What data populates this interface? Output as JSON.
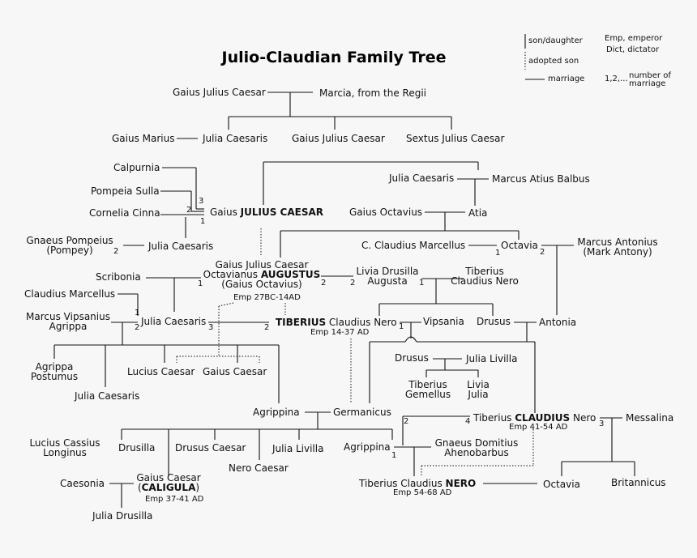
{
  "title": "Julio-Claudian Family Tree",
  "legend": {
    "son_daughter": "son/daughter",
    "adopted_son": "adopted son",
    "marriage": "marriage",
    "emp": "Emp,  emperor",
    "dict": "Dict,   dictator",
    "num": "1,2,...",
    "num_of": "number of",
    "num_marriage": "marriage"
  },
  "people": {
    "gjc_elder": "Gaius Julius Caesar",
    "marcia": "Marcia, from the Regii",
    "gaius_marius": "Gaius Marius",
    "julia_aunt": "Julia Caesaris",
    "gjc_father": "Gaius Julius Caesar",
    "sextus": "Sextus Julius Caesar",
    "calpurnia": "Calpurnia",
    "pompeia": "Pompeia Sulla",
    "cornelia": "Cornelia Cinna",
    "pompey_1": "Gnaeus Pompeius",
    "pompey_2": "(Pompey)",
    "julia_pompey": "Julia Caesaris",
    "caesar_pre": "Gaius ",
    "caesar_bold": "JULIUS CAESAR",
    "julia_sister": "Julia Caesaris",
    "balbus": "Marcus Atius Balbus",
    "octavius": "Gaius Octavius",
    "atia": "Atia",
    "marcellus_c": "C. Claudius Marcellus",
    "octavia": "Octavia",
    "antonius_1": "Marcus Antonius",
    "antonius_2": "(Mark Antony)",
    "aug_1": "Gaius Julius Caesar",
    "aug_2_pre": "Octavianus ",
    "aug_2_bold": "AUGUSTUS",
    "aug_3": "(Gaius Octavius)",
    "aug_emp": "Emp 27BC-14AD",
    "livia_1": "Livia Drusilla",
    "livia_2": "Augusta",
    "tib_nero_1": "Tiberius",
    "tib_nero_2": "Claudius Nero",
    "scribonia": "Scribonia",
    "marcellus": "Claudius Marcellus",
    "agrippa_1": "Marcus Vipsanius",
    "agrippa_2": "Agrippa",
    "julia_elder": "Julia Caesaris",
    "tib_bold": "TIBERIUS",
    "tib_rest": " Claudius Nero",
    "tib_emp": "Emp 14-37 AD",
    "vipsania": "Vipsania",
    "drusus_elder": "Drusus",
    "antonia": "Antonia",
    "agr_post_1": "Agrippa",
    "agr_post_2": "Postumus",
    "julia_younger": "Julia Caesaris",
    "lucius": "Lucius Caesar",
    "gaius_c": "Gaius Caesar",
    "drusus_y": "Drusus",
    "livilla": "Julia Livilla",
    "tib_gem_1": "Tiberius",
    "tib_gem_2": "Gemellus",
    "livia_j_1": "Livia",
    "livia_j_2": "Julia",
    "agrippina_elder": "Agrippina",
    "germanicus": "Germanicus",
    "claud_pre": "Tiberius ",
    "claud_bold": "CLAUDIUS",
    "claud_post": " Nero",
    "claud_emp": "Emp 41-54 AD",
    "messalina": "Messalina",
    "lcl_1": "Lucius Cassius",
    "lcl_2": "Longinus",
    "drusilla": "Drusilla",
    "drusus_c": "Drusus Caesar",
    "nero_c": "Nero Caesar",
    "livilla_y": "Julia Livilla",
    "agrippina_y": "Agrippina",
    "ahen_1": "Gnaeus Domitius",
    "ahen_2": "Ahenobarbus",
    "caesonia": "Caesonia",
    "cal_1": "Gaius Caesar",
    "cal_2": "CALIGULA",
    "cal_emp": "Emp 37-41 AD",
    "julia_drusilla": "Julia Drusilla",
    "nero_pre": "Tiberius Claudius ",
    "nero_bold": "NERO",
    "nero_emp": "Emp 54-68 AD",
    "octavia_y": "Octavia",
    "britannicus": "Britannicus"
  },
  "marriage_numbers": {
    "calpurnia": "3",
    "pompeia": "2",
    "cornelia": "1",
    "pompey": "2",
    "scribonia": "1",
    "aug_livia": "2",
    "livia_aug": "2",
    "livia_tib": "1",
    "marcellus": "1",
    "agrippa": "2",
    "julia_agrippa": "3",
    "julia_tib": "2",
    "tib_vip": "1",
    "octavia_marcellus": "1",
    "octavia_antony": "2",
    "claud_agr": "2",
    "claud_mes_l": "4",
    "claud_mes_r": "3",
    "agr_ahen": "1"
  }
}
